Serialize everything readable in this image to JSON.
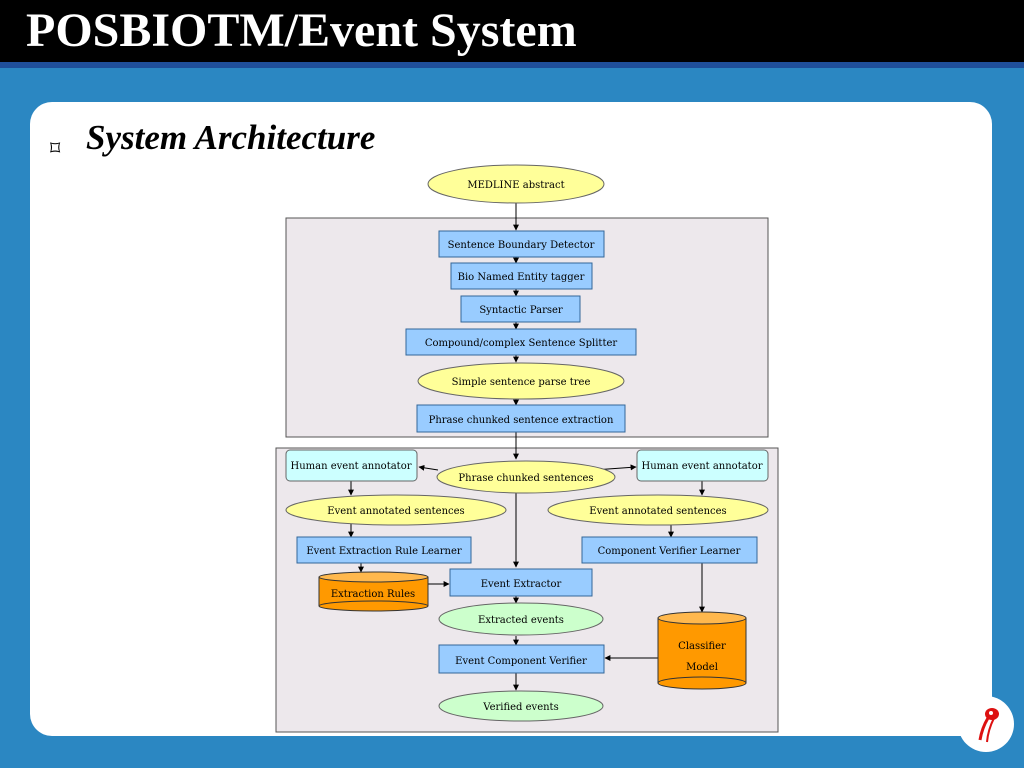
{
  "slide": {
    "title": "POSBIOTM/Event System",
    "heading": "System Architecture",
    "bullet_icon": "square-bullet-icon"
  },
  "colors": {
    "background": "#2b87c2",
    "title_bar": "#000000",
    "process_box": "#99ccff",
    "data_ellipse": "#ffff99",
    "result_ellipse": "#ccffcc",
    "annotator_box": "#ccffff",
    "database": "#ff9900",
    "group_box": "#ede8ec"
  },
  "diagram": {
    "nodes": {
      "medline": "MEDLINE abstract",
      "sbd": "Sentence Boundary Detector",
      "bnet": "Bio Named Entity tagger",
      "parser": "Syntactic Parser",
      "splitter": "Compound/complex Sentence Splitter",
      "simple_tree": "Simple sentence parse tree",
      "chunk_extraction": "Phrase chunked sentence extraction",
      "human_left": "Human event annotator",
      "human_right": "Human event annotator",
      "phrase_chunked": "Phrase chunked sentences",
      "annotated_left": "Event annotated sentences",
      "annotated_right": "Event annotated sentences",
      "rule_learner": "Event Extraction Rule Learner",
      "verifier_learner": "Component Verifier Learner",
      "extraction_rules": "Extraction Rules",
      "event_extractor": "Event Extractor",
      "extracted_events": "Extracted events",
      "classifier_line1": "Classifier",
      "classifier_line2": "Model",
      "component_verifier": "Event Component Verifier",
      "verified_events": "Verified events"
    }
  }
}
